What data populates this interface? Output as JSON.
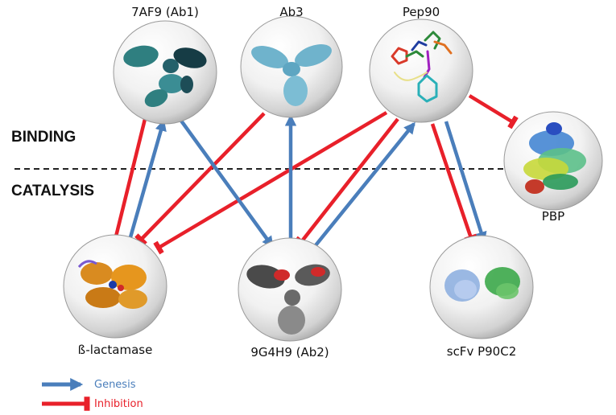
{
  "zones": {
    "binding": "BINDING",
    "catalysis": "CATALYSIS"
  },
  "nodes": {
    "ab1": "7AF9 (Ab1)",
    "ab3": "Ab3",
    "pep90": "Pep90",
    "pbp": "PBP",
    "beta_lactamase": "ß-lactamase",
    "ab2": "9G4H9 (Ab2)",
    "scfv": "scFv P90C2"
  },
  "legend": {
    "genesis": {
      "label": "Genesis",
      "color": "#4a7ebb"
    },
    "inhibition": {
      "label": "Inhibition",
      "color": "#e8202a"
    }
  },
  "colors": {
    "genesis": "#4a7ebb",
    "inhibition": "#e8202a"
  }
}
